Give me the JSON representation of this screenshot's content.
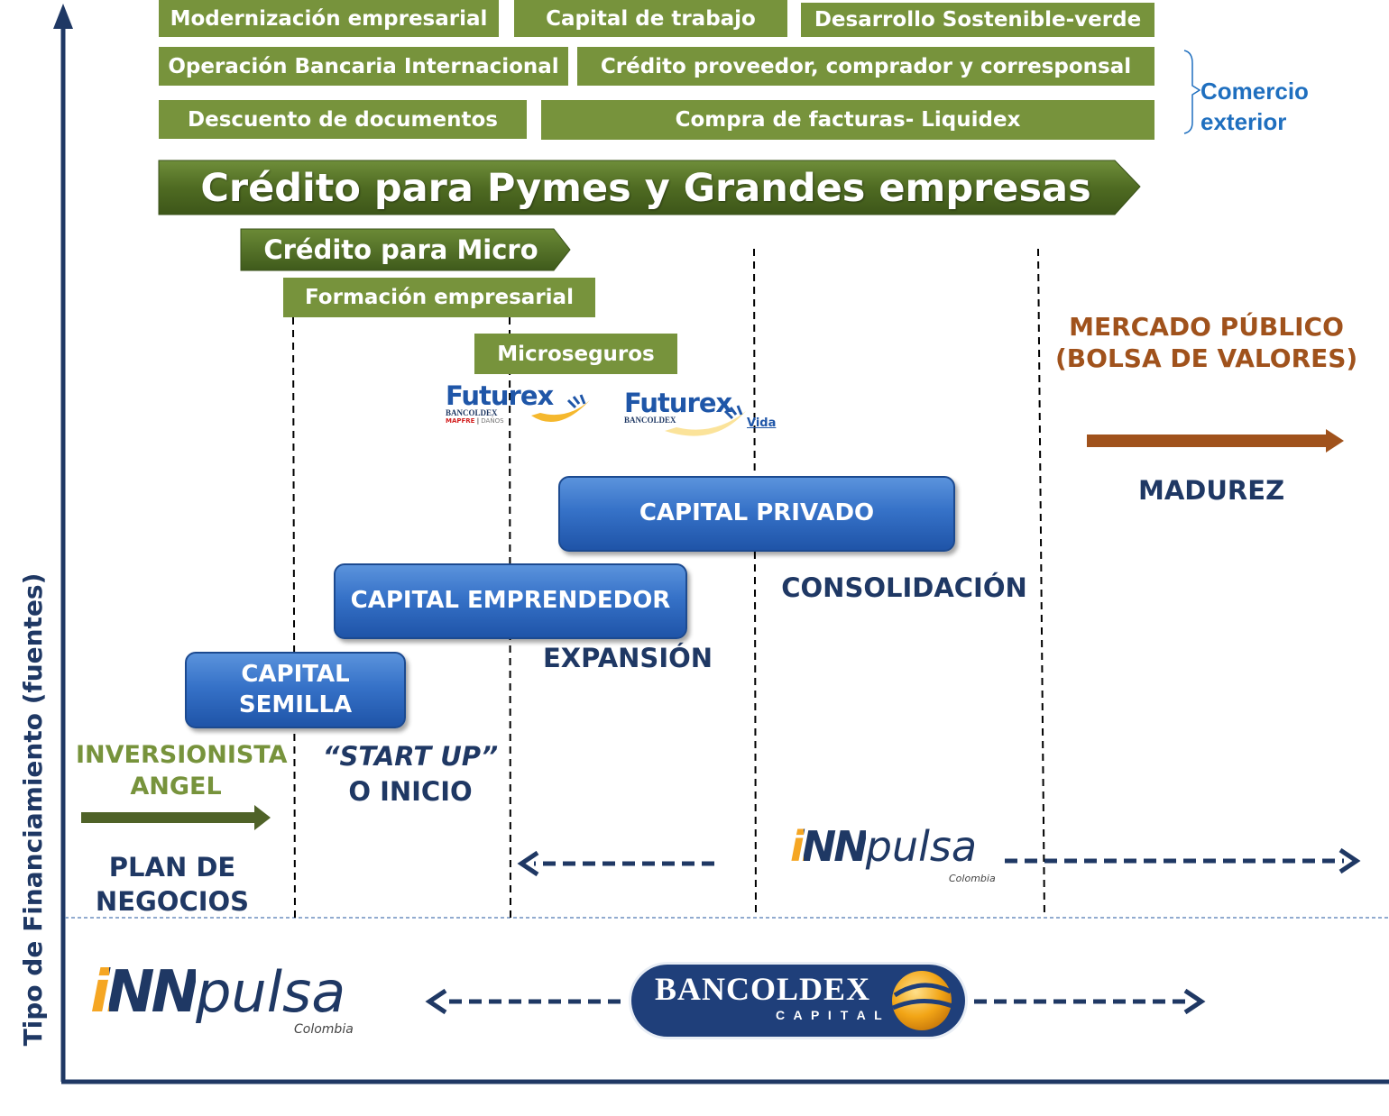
{
  "y_axis_label": "Tipo de Financiamiento (fuentes)",
  "boxes": {
    "b1": "Modernización empresarial",
    "b2": "Capital de trabajo",
    "b3": "Desarrollo Sostenible-verde",
    "b4": "Operación  Bancaria Internacional",
    "b5": "Crédito proveedor, comprador y corresponsal",
    "b6": "Descuento de documentos",
    "b7": "Compra de facturas- Liquidex"
  },
  "comercio_exterior": [
    "Comercio",
    "exterior"
  ],
  "big_arrow": "Crédito para Pymes y Grandes empresas",
  "micro_arrow": "Crédito para Micro",
  "formacion": "Formación empresarial",
  "microseguros": "Microseguros",
  "futurex": {
    "name": "Futurex",
    "sub": "BANCOLDEX",
    "mapfre": "MAPFRE",
    "danos": "DAÑOS",
    "vida": "Vida"
  },
  "mercado": [
    "MERCADO PÚBLICO",
    "(BOLSA DE VALORES)"
  ],
  "madurez": "MADUREZ",
  "capital_privado": "CAPITAL PRIVADO",
  "consolidacion": "CONSOLIDACIÓN",
  "capital_emprendedor": "CAPITAL EMPRENDEDOR",
  "expansion": "EXPANSIÓN",
  "capital_semilla": [
    "CAPITAL",
    "SEMILLA"
  ],
  "inversionista": [
    "INVERSIONISTA",
    "ANGEL"
  ],
  "startup": [
    "“START UP”",
    "O INICIO"
  ],
  "plan": [
    "PLAN DE",
    "NEGOCIOS"
  ],
  "innpulsa": {
    "inn": "iNN",
    "pulsa": "pulsa",
    "colombia": "Colombia"
  },
  "bancoldex": {
    "name": "BANCOLDEX",
    "capital": "C A P I T A L"
  },
  "colors": {
    "green": "#77933c",
    "dark_green": "#4f6228",
    "navy": "#1f3864",
    "axis": "#1f3864",
    "brown": "#a0521c",
    "link_blue": "#1f6fbf",
    "blue_box": "#3672c8"
  }
}
